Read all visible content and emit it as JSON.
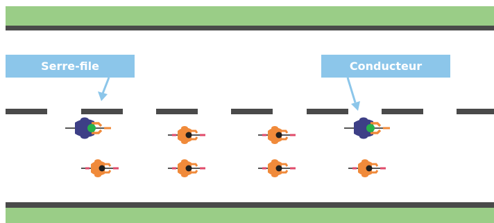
{
  "labels": {
    "rear_marshal": "Serre-file",
    "leader": "Conducteur"
  },
  "colors": {
    "grass": "#9acd87",
    "road_edge": "#4a4a4a",
    "lane_dash": "#4a4a4a",
    "label_bg": "#8cc6ea",
    "label_text": "#ffffff",
    "arrow": "#8cc6ea",
    "rider_body": "#f08a3a",
    "rider_helmet": "#1f1f1f",
    "marshal_body": "#3d3f86",
    "marshal_helmet": "#27b24a",
    "bike": "#555555",
    "bike_tip": "#e04a6a"
  },
  "formation": {
    "rows": 2,
    "columns": 4,
    "marshal_position": "front-left row, rear column",
    "leader_position": "front-left row, lead column"
  }
}
